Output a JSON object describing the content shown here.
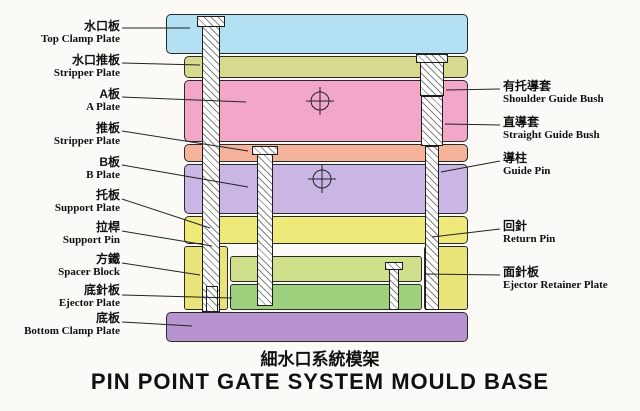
{
  "title": {
    "chinese": "細水口系統模架",
    "english": "PIN POINT GATE SYSTEM MOULD BASE"
  },
  "left_labels": [
    {
      "zh": "水口板",
      "en": "Top Clamp Plate"
    },
    {
      "zh": "水口推板",
      "en": "Stripper Plate"
    },
    {
      "zh": "A板",
      "en": "A Plate"
    },
    {
      "zh": "推板",
      "en": "Stripper Plate"
    },
    {
      "zh": "B板",
      "en": "B Plate"
    },
    {
      "zh": "托板",
      "en": "Support Plate"
    },
    {
      "zh": "拉桿",
      "en": "Support Pin"
    },
    {
      "zh": "方鐵",
      "en": "Spacer Block"
    },
    {
      "zh": "底針板",
      "en": "Ejector Plate"
    },
    {
      "zh": "底板",
      "en": "Bottom Clamp Plate"
    }
  ],
  "right_labels": [
    {
      "zh": "有托導套",
      "en": "Shoulder Guide Bush"
    },
    {
      "zh": "直導套",
      "en": "Straight Guide Bush"
    },
    {
      "zh": "導柱",
      "en": "Guide Pin"
    },
    {
      "zh": "回針",
      "en": "Return Pin"
    },
    {
      "zh": "面針板",
      "en": "Ejector Retainer Plate"
    }
  ],
  "colors": {
    "top_clamp": "#b3e0f2",
    "stripper_top": "#d7da8e",
    "a_plate": "#f2a6c8",
    "stripper_mid": "#f5b39b",
    "b_plate": "#c9b6e4",
    "support_plate": "#efe97a",
    "spacer_block": "#e9e47a",
    "ejector_retainer_plate": "#cfe08a",
    "ejector_plate": "#9ed07e",
    "bottom_clamp": "#b793cf"
  }
}
